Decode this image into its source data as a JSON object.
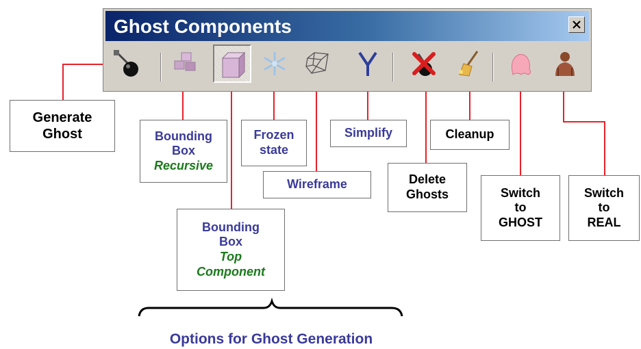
{
  "toolbar": {
    "title": "Ghost Components",
    "close_icon": "close-x-icon",
    "icons": [
      {
        "name": "generate-ghost-icon",
        "pressed": false
      },
      {
        "name": "bounding-box-recursive-icon",
        "pressed": false
      },
      {
        "name": "bounding-box-top-component-icon",
        "pressed": true
      },
      {
        "name": "frozen-state-icon",
        "pressed": false
      },
      {
        "name": "wireframe-icon",
        "pressed": false
      },
      {
        "name": "simplify-icon",
        "pressed": false
      },
      {
        "name": "delete-ghosts-icon",
        "pressed": false
      },
      {
        "name": "cleanup-icon",
        "pressed": false
      },
      {
        "name": "switch-to-ghost-icon",
        "pressed": false
      },
      {
        "name": "switch-to-real-icon",
        "pressed": false
      }
    ]
  },
  "callouts": {
    "generate_ghost": {
      "line1": "Generate",
      "line2": "Ghost"
    },
    "bbox_recursive": {
      "line1": "Bounding",
      "line2": "Box",
      "line3": "Recursive"
    },
    "bbox_top": {
      "line1": "Bounding",
      "line2": "Box",
      "line3": "Top",
      "line4": "Component"
    },
    "frozen": {
      "line1": "Frozen",
      "line2": "state"
    },
    "wireframe": {
      "line1": "Wireframe"
    },
    "simplify": {
      "line1": "Simplify"
    },
    "delete_ghosts": {
      "line1": "Delete",
      "line2": "Ghosts"
    },
    "cleanup": {
      "line1": "Cleanup"
    },
    "switch_ghost": {
      "line1": "Switch",
      "line2": "to",
      "line3": "GHOST"
    },
    "switch_real": {
      "line1": "Switch",
      "line2": "to",
      "line3": "REAL"
    }
  },
  "brace_label": "Options for Ghost Generation",
  "colors": {
    "connector": "#e8202a",
    "option_text": "#3a3a9a",
    "option_italic": "#1a7a1a",
    "title_bar_start": "#0a246a",
    "title_bar_end": "#a6caf0"
  }
}
